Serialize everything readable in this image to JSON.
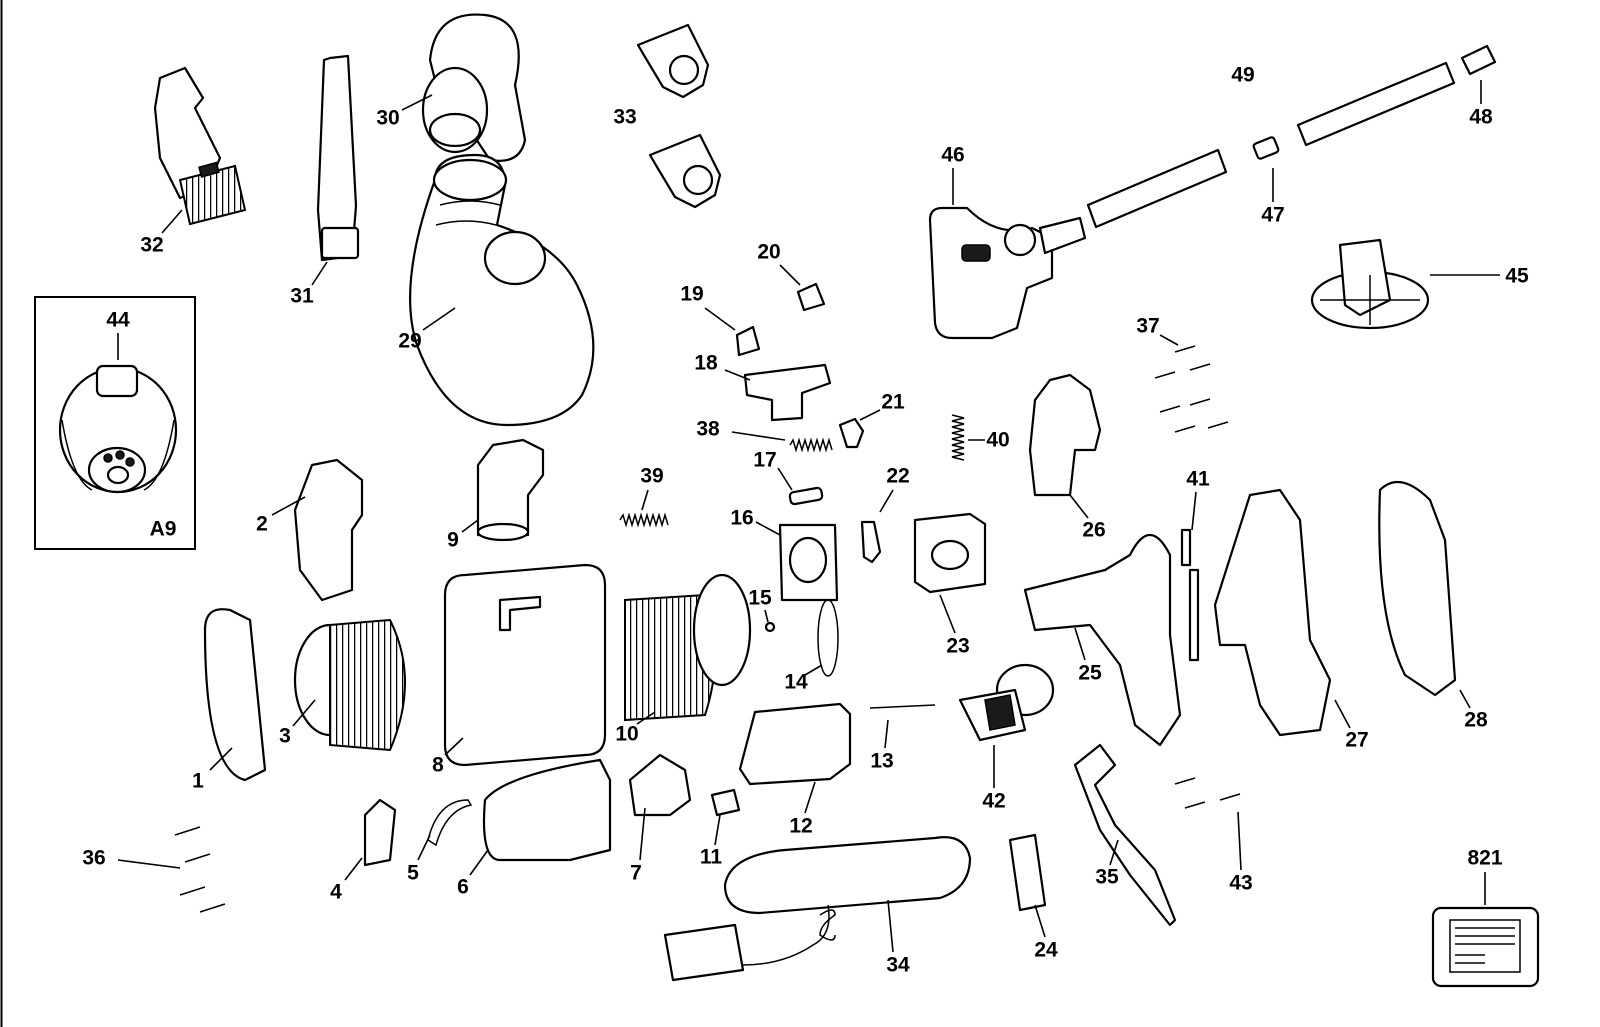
{
  "diagram": {
    "inset_label": "A9",
    "callouts": [
      "1",
      "2",
      "3",
      "4",
      "5",
      "6",
      "7",
      "8",
      "9",
      "10",
      "11",
      "12",
      "13",
      "14",
      "15",
      "16",
      "17",
      "18",
      "19",
      "20",
      "21",
      "22",
      "23",
      "24",
      "25",
      "26",
      "27",
      "28",
      "29",
      "30",
      "31",
      "32",
      "33",
      "34",
      "35",
      "36",
      "37",
      "38",
      "39",
      "40",
      "41",
      "42",
      "43",
      "44",
      "45",
      "46",
      "47",
      "48",
      "49",
      "821"
    ]
  }
}
